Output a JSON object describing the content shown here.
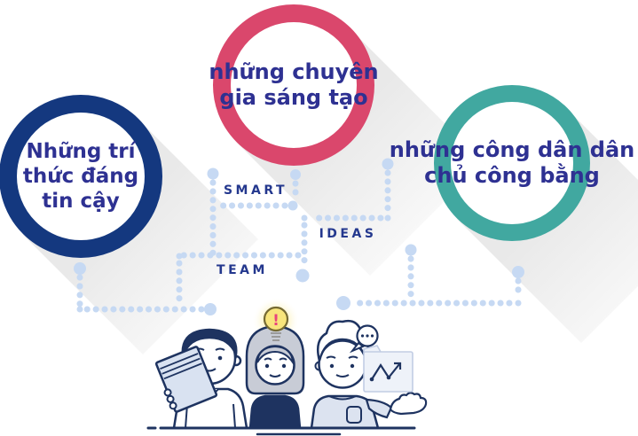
{
  "circles": [
    {
      "name": "trusted-intellectuals",
      "label": "Những trí thức đáng tin cậy",
      "lines": [
        "Những trí",
        "thức đáng",
        "tin cậy"
      ],
      "ring_color": "#14387f"
    },
    {
      "name": "creative-experts",
      "label": "những chuyên gia sáng tạo",
      "lines": [
        "những chuyên",
        "gia sáng tạo"
      ],
      "ring_color": "#da476c"
    },
    {
      "name": "fair-democratic-citizens",
      "label": "những công dân dân chủ công bằng",
      "lines": [
        "những công dân dân",
        "chủ công bằng"
      ],
      "ring_color": "#41a8a0"
    }
  ],
  "keywords": [
    {
      "label": "SMART"
    },
    {
      "label": "IDEAS"
    },
    {
      "label": "TEAM"
    }
  ],
  "illustration": {
    "bulb_mark": "!",
    "speech_dots_icon": "ellipsis",
    "items": [
      "lightbulb",
      "speech-bubble",
      "folder-chart",
      "book",
      "three-people",
      "desk"
    ]
  },
  "colors": {
    "label_text": "#2e3192",
    "keyword_text": "#24388e",
    "dots": "#c6d9f3",
    "outline_navy": "#1e3360",
    "shadow_gray": "#e9e9e9",
    "bulb_yellow": "#f8e57c",
    "exclamation_pink": "#e8457c",
    "hair_gray": "#c8ccd6",
    "sweater_blue": "#dce3f0",
    "book_blue": "#d9e2f1"
  }
}
